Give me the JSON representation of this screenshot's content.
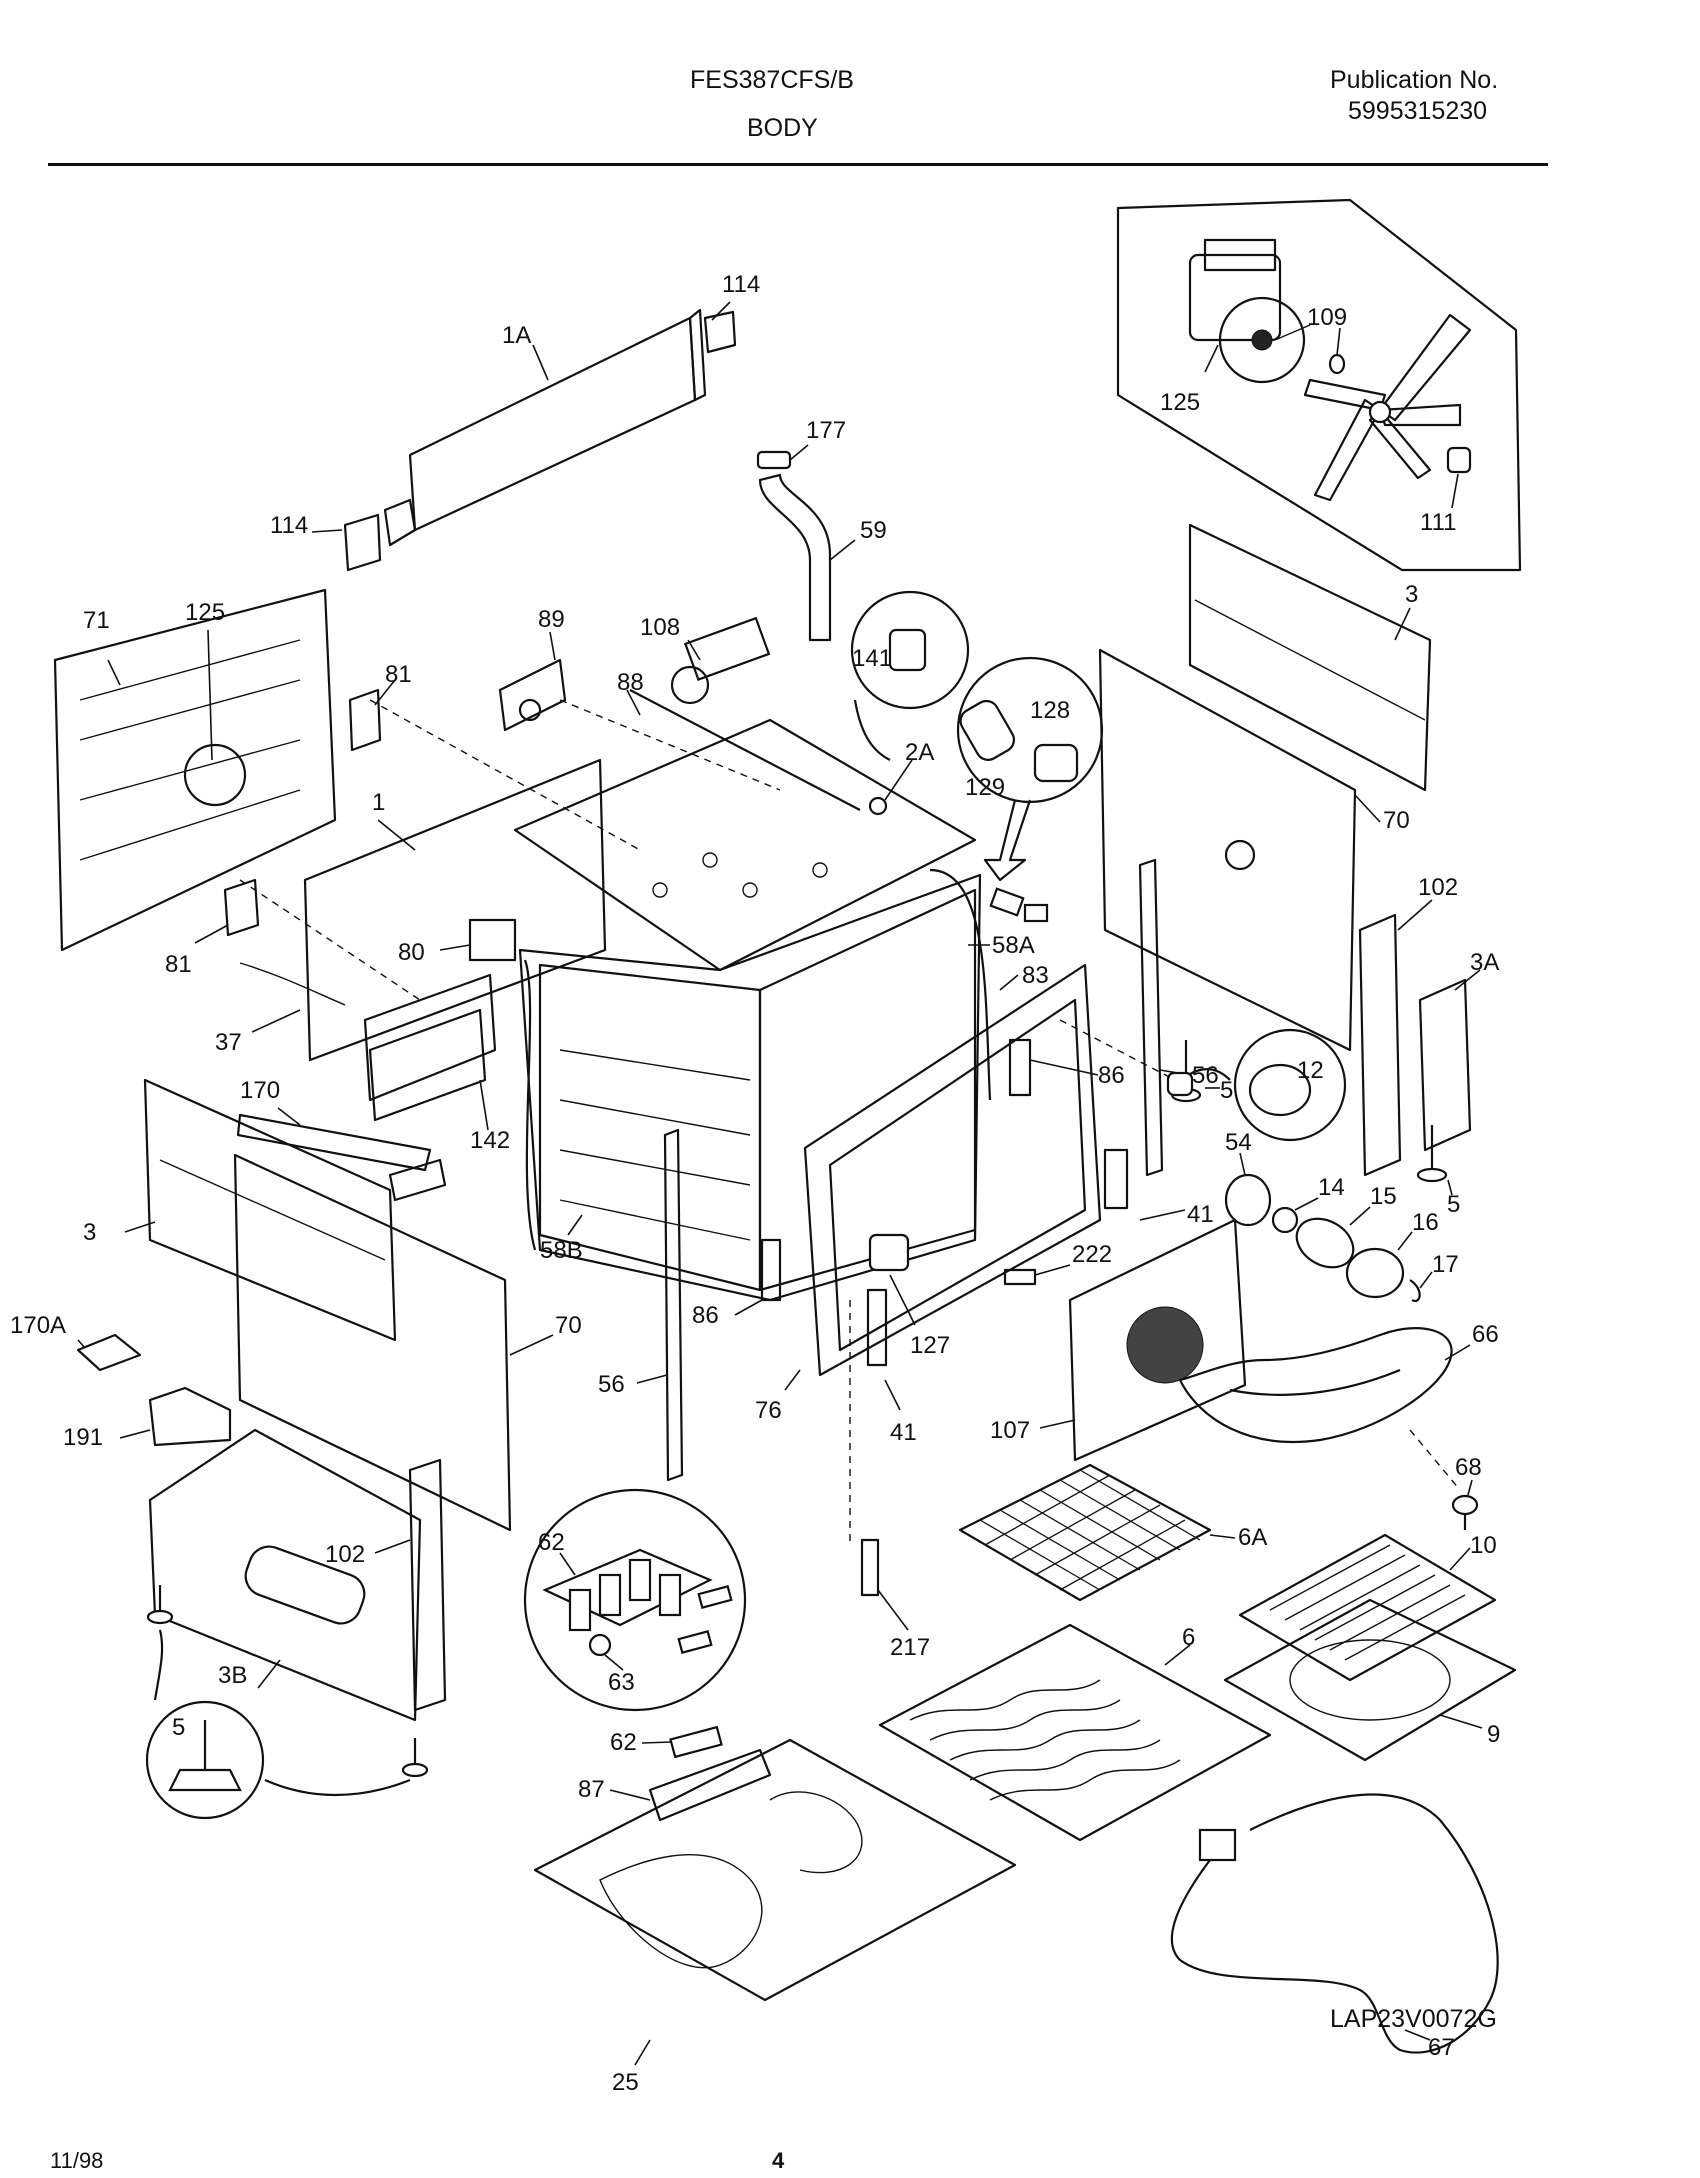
{
  "header": {
    "model": "FES387CFS/B",
    "section": "BODY",
    "publication_label": "Publication No.",
    "publication_number": "5995315230"
  },
  "footer": {
    "date": "11/98",
    "page_number": "4",
    "diagram_code": "LAP23V0072G"
  },
  "callouts": {
    "c114a": "114",
    "c1A": "1A",
    "c114b": "114",
    "c177": "177",
    "c59": "59",
    "c109": "109",
    "c125a": "125",
    "c111": "111",
    "c125b": "125",
    "c71": "71",
    "c81a": "81",
    "c81b": "81",
    "c1": "1",
    "c89": "89",
    "c108": "108",
    "c88": "88",
    "c141": "141",
    "c128": "128",
    "c129": "129",
    "c2A": "2A",
    "c3a": "3",
    "c70a": "70",
    "c102a": "102",
    "c3A": "3A",
    "c80": "80",
    "c37": "37",
    "c58A": "58A",
    "c83": "83",
    "c5a": "5",
    "c86a": "86",
    "c12": "12",
    "c56a": "56",
    "c5b": "5",
    "c170": "170",
    "c142": "142",
    "c54": "54",
    "c14": "14",
    "c15": "15",
    "c16": "16",
    "c17": "17",
    "c41a": "41",
    "c3b": "3",
    "c58B": "58B",
    "c222": "222",
    "c70b": "70",
    "c170A": "170A",
    "c86b": "86",
    "c127": "127",
    "c66": "66",
    "c56b": "56",
    "c76": "76",
    "c41b": "41",
    "c107": "107",
    "c191": "191",
    "c68": "68",
    "c102b": "102",
    "c62a": "62",
    "c6A": "6A",
    "c10": "10",
    "c63": "63",
    "c217": "217",
    "c6": "6",
    "c3B": "3B",
    "c5c": "5",
    "c9": "9",
    "c62b": "62",
    "c87": "87",
    "c67": "67",
    "c25": "25"
  }
}
